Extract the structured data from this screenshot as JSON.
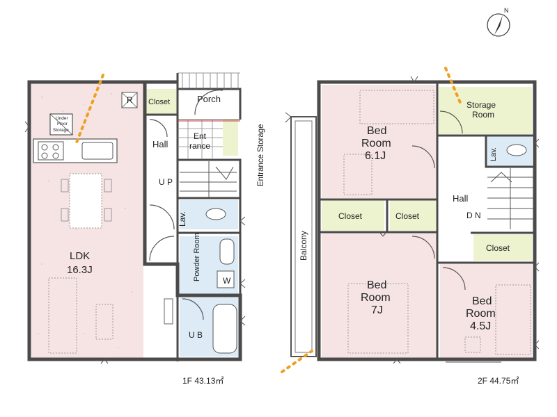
{
  "colors": {
    "room_fill": "#f6e4e4",
    "closet_fill": "#edf2cf",
    "wet_fill": "#dcebf6",
    "wall": "#4a4a4a",
    "dot_line": "#f0a020"
  },
  "compass": {
    "north_label": "N"
  },
  "floor1": {
    "area_label": "1F 43.13㎡",
    "ldk_name": "LDK",
    "ldk_size": "16.3J",
    "under_floor_line1": "Under",
    "under_floor_line2": "Floor",
    "under_floor_line3": "Storage",
    "r_mark": "R",
    "closet": "Closet",
    "porch": "Porch",
    "entrance_line1": "Ent",
    "entrance_line2": "rance",
    "entrance_storage": "Entrance Storage",
    "hall": "Hall",
    "up": "U P",
    "lav": "Lav.",
    "powder_room": "Powder Room",
    "w_mark": "W",
    "ub": "U B"
  },
  "floor2": {
    "area_label": "2F 44.75㎡",
    "bed1_line1": "Bed",
    "bed1_line2": "Room",
    "bed1_size": "6.1J",
    "storage_line1": "Storage",
    "storage_line2": "Room",
    "lav": "Lav.",
    "hall": "Hall",
    "dn": "D N",
    "closet_a": "Closet",
    "closet_b": "Closet",
    "closet_c": "Closet",
    "balcony": "Balcony",
    "bed2_line1": "Bed",
    "bed2_line2": "Room",
    "bed2_size": "7J",
    "bed3_line1": "Bed",
    "bed3_line2": "Room",
    "bed3_size": "4.5J"
  }
}
